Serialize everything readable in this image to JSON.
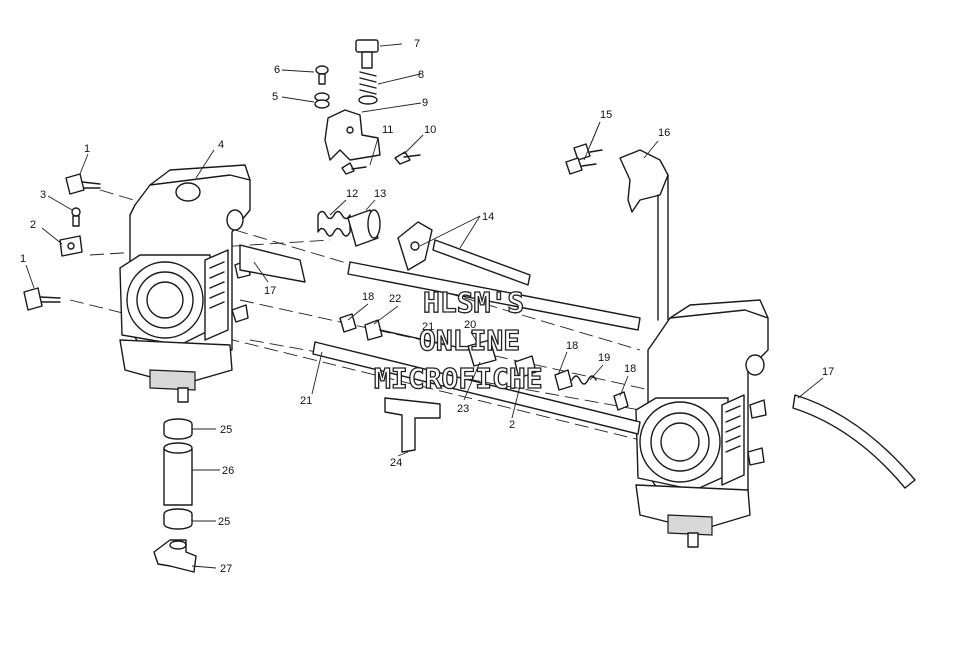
{
  "watermark": {
    "line1": "HLSM'S",
    "line2": "ONLINE",
    "line3": "MICROFICHE"
  },
  "callouts": {
    "c1a": "1",
    "c1b": "1",
    "c2a": "2",
    "c2b": "2",
    "c3": "3",
    "c4": "4",
    "c5": "5",
    "c6": "6",
    "c7": "7",
    "c8": "8",
    "c9": "9",
    "c10": "10",
    "c11": "11",
    "c12": "12",
    "c13": "13",
    "c14": "14",
    "c15": "15",
    "c16": "16",
    "c17a": "17",
    "c17b": "17",
    "c18a": "18",
    "c18b": "18",
    "c18c": "18",
    "c19": "19",
    "c20": "20",
    "c21a": "21",
    "c21b": "21",
    "c22": "22",
    "c23": "23",
    "c24": "24",
    "c25a": "25",
    "c25b": "25",
    "c26": "26",
    "c27": "27"
  }
}
